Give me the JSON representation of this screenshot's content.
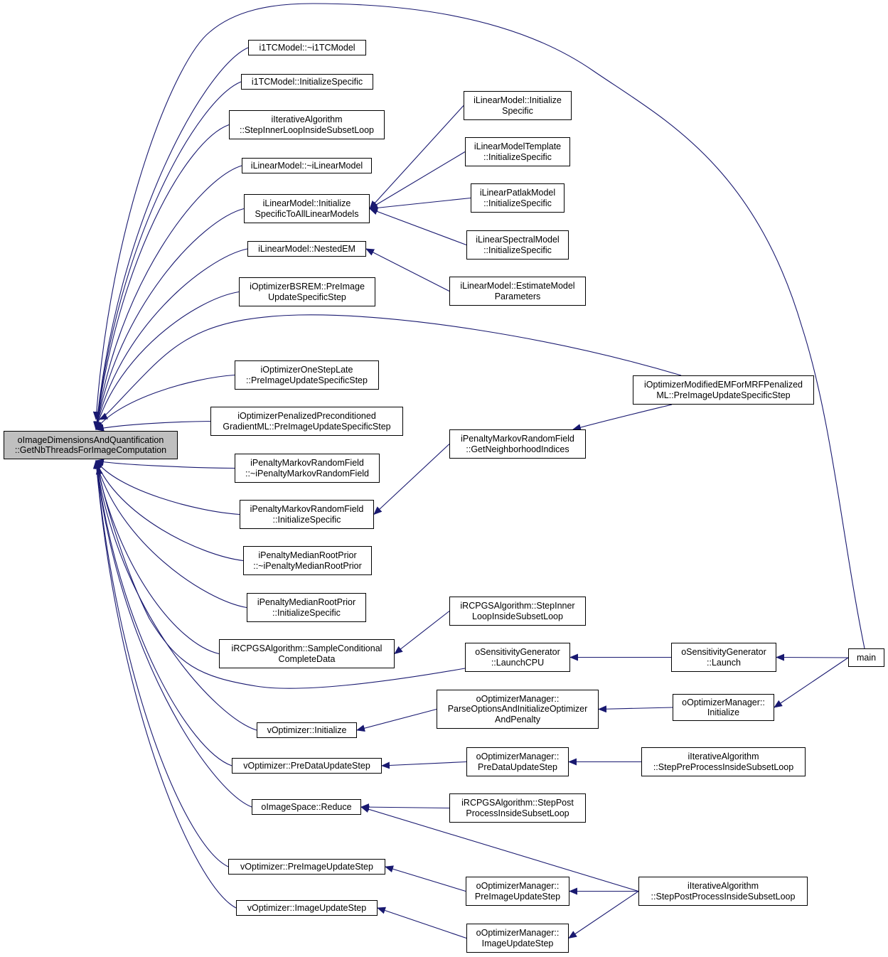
{
  "graph": {
    "type": "call-graph",
    "edge_color": "#191970",
    "focus_fill": "#bfbfbf",
    "nodes": [
      {
        "id": "focus",
        "lines": [
          "oImageDimensionsAndQuantification",
          "::GetNbThreadsForImageComputation"
        ],
        "focus": true
      },
      {
        "id": "i1TCModel_dtor",
        "lines": [
          "i1TCModel::~i1TCModel"
        ]
      },
      {
        "id": "i1TCModel_init",
        "lines": [
          "i1TCModel::InitializeSpecific"
        ]
      },
      {
        "id": "iIter_stepInner",
        "lines": [
          "iIterativeAlgorithm",
          "::StepInnerLoopInsideSubsetLoop"
        ]
      },
      {
        "id": "iLinear_dtor",
        "lines": [
          "iLinearModel::~iLinearModel"
        ]
      },
      {
        "id": "iLinear_initAll",
        "lines": [
          "iLinearModel::Initialize",
          "SpecificToAllLinearModels"
        ]
      },
      {
        "id": "iLinear_nestedEM",
        "lines": [
          "iLinearModel::NestedEM"
        ]
      },
      {
        "id": "iOptBSREM",
        "lines": [
          "iOptimizerBSREM::PreImage",
          "UpdateSpecificStep"
        ]
      },
      {
        "id": "iOptOSL",
        "lines": [
          "iOptimizerOneStepLate",
          "::PreImageUpdateSpecificStep"
        ]
      },
      {
        "id": "iOptPPGML",
        "lines": [
          "iOptimizerPenalizedPreconditioned",
          "GradientML::PreImageUpdateSpecificStep"
        ]
      },
      {
        "id": "iPMRF_dtor",
        "lines": [
          "iPenaltyMarkovRandomField",
          "::~iPenaltyMarkovRandomField"
        ]
      },
      {
        "id": "iPMRF_init",
        "lines": [
          "iPenaltyMarkovRandomField",
          "::InitializeSpecific"
        ]
      },
      {
        "id": "iPMRP_dtor",
        "lines": [
          "iPenaltyMedianRootPrior",
          "::~iPenaltyMedianRootPrior"
        ]
      },
      {
        "id": "iPMRP_init",
        "lines": [
          "iPenaltyMedianRootPrior",
          "::InitializeSpecific"
        ]
      },
      {
        "id": "iRCPGS_sample",
        "lines": [
          "iRCPGSAlgorithm::SampleConditional",
          "CompleteData"
        ]
      },
      {
        "id": "vOpt_init",
        "lines": [
          "vOptimizer::Initialize"
        ]
      },
      {
        "id": "vOpt_preData",
        "lines": [
          "vOptimizer::PreDataUpdateStep"
        ]
      },
      {
        "id": "oImage_reduce",
        "lines": [
          "oImageSpace::Reduce"
        ]
      },
      {
        "id": "vOpt_preImage",
        "lines": [
          "vOptimizer::PreImageUpdateStep"
        ]
      },
      {
        "id": "vOpt_imageUpd",
        "lines": [
          "vOptimizer::ImageUpdateStep"
        ]
      },
      {
        "id": "iLinear_initSpec",
        "lines": [
          "iLinearModel::Initialize",
          "Specific"
        ]
      },
      {
        "id": "iLinearTpl_init",
        "lines": [
          "iLinearModelTemplate",
          "::InitializeSpecific"
        ]
      },
      {
        "id": "iLinearPatlak_init",
        "lines": [
          "iLinearPatlakModel",
          "::InitializeSpecific"
        ]
      },
      {
        "id": "iLinearSpectral_init",
        "lines": [
          "iLinearSpectralModel",
          "::InitializeSpecific"
        ]
      },
      {
        "id": "iLinear_estimate",
        "lines": [
          "iLinearModel::EstimateModel",
          "Parameters"
        ]
      },
      {
        "id": "iOptMEM",
        "lines": [
          "iOptimizerModifiedEMForMRFPenalized",
          "ML::PreImageUpdateSpecificStep"
        ]
      },
      {
        "id": "iPMRF_neighbor",
        "lines": [
          "iPenaltyMarkovRandomField",
          "::GetNeighborhoodIndices"
        ]
      },
      {
        "id": "iRCPGS_stepInner",
        "lines": [
          "iRCPGSAlgorithm::StepInner",
          "LoopInsideSubsetLoop"
        ]
      },
      {
        "id": "oSens_launchCPU",
        "lines": [
          "oSensitivityGenerator",
          "::LaunchCPU"
        ]
      },
      {
        "id": "oSens_launch",
        "lines": [
          "oSensitivityGenerator",
          "::Launch"
        ]
      },
      {
        "id": "main",
        "lines": [
          "main"
        ]
      },
      {
        "id": "oOptMgr_parse",
        "lines": [
          "oOptimizerManager::",
          "ParseOptionsAndInitializeOptimizer",
          "AndPenalty"
        ]
      },
      {
        "id": "oOptMgr_init",
        "lines": [
          "oOptimizerManager::",
          "Initialize"
        ]
      },
      {
        "id": "oOptMgr_preData",
        "lines": [
          "oOptimizerManager::",
          "PreDataUpdateStep"
        ]
      },
      {
        "id": "iIter_stepPre",
        "lines": [
          "iIterativeAlgorithm",
          "::StepPreProcessInsideSubsetLoop"
        ]
      },
      {
        "id": "iRCPGS_stepPost",
        "lines": [
          "iRCPGSAlgorithm::StepPost",
          "ProcessInsideSubsetLoop"
        ]
      },
      {
        "id": "oOptMgr_preImage",
        "lines": [
          "oOptimizerManager::",
          "PreImageUpdateStep"
        ]
      },
      {
        "id": "iIter_stepPost",
        "lines": [
          "iIterativeAlgorithm",
          "::StepPostProcessInsideSubsetLoop"
        ]
      },
      {
        "id": "oOptMgr_imageUpd",
        "lines": [
          "oOptimizerManager::",
          "ImageUpdateStep"
        ]
      }
    ],
    "edges": [
      {
        "from": "i1TCModel_dtor",
        "to": "focus"
      },
      {
        "from": "i1TCModel_init",
        "to": "focus"
      },
      {
        "from": "iIter_stepInner",
        "to": "focus"
      },
      {
        "from": "iLinear_dtor",
        "to": "focus"
      },
      {
        "from": "iLinear_initAll",
        "to": "focus"
      },
      {
        "from": "iLinear_nestedEM",
        "to": "focus"
      },
      {
        "from": "iOptBSREM",
        "to": "focus"
      },
      {
        "from": "iOptOSL",
        "to": "focus"
      },
      {
        "from": "iOptPPGML",
        "to": "focus"
      },
      {
        "from": "iPMRF_dtor",
        "to": "focus"
      },
      {
        "from": "iPMRF_init",
        "to": "focus"
      },
      {
        "from": "iPMRP_dtor",
        "to": "focus"
      },
      {
        "from": "iPMRP_init",
        "to": "focus"
      },
      {
        "from": "iRCPGS_sample",
        "to": "focus"
      },
      {
        "from": "vOpt_init",
        "to": "focus"
      },
      {
        "from": "vOpt_preData",
        "to": "focus"
      },
      {
        "from": "oImage_reduce",
        "to": "focus"
      },
      {
        "from": "vOpt_preImage",
        "to": "focus"
      },
      {
        "from": "vOpt_imageUpd",
        "to": "focus"
      },
      {
        "from": "main",
        "to": "focus"
      },
      {
        "from": "iOptMEM",
        "to": "focus"
      },
      {
        "from": "oSens_launchCPU",
        "to": "focus"
      },
      {
        "from": "iLinear_initSpec",
        "to": "iLinear_initAll"
      },
      {
        "from": "iLinearTpl_init",
        "to": "iLinear_initAll"
      },
      {
        "from": "iLinearPatlak_init",
        "to": "iLinear_initAll"
      },
      {
        "from": "iLinearSpectral_init",
        "to": "iLinear_initAll"
      },
      {
        "from": "iLinear_estimate",
        "to": "iLinear_nestedEM"
      },
      {
        "from": "iOptMEM",
        "to": "iPMRF_neighbor"
      },
      {
        "from": "iPMRF_neighbor",
        "to": "iPMRF_init"
      },
      {
        "from": "iRCPGS_stepInner",
        "to": "iRCPGS_sample"
      },
      {
        "from": "oSens_launch",
        "to": "oSens_launchCPU"
      },
      {
        "from": "main",
        "to": "oSens_launch"
      },
      {
        "from": "oOptMgr_parse",
        "to": "vOpt_init"
      },
      {
        "from": "oOptMgr_init",
        "to": "oOptMgr_parse"
      },
      {
        "from": "main",
        "to": "oOptMgr_init"
      },
      {
        "from": "oOptMgr_preData",
        "to": "vOpt_preData"
      },
      {
        "from": "iIter_stepPre",
        "to": "oOptMgr_preData"
      },
      {
        "from": "iRCPGS_stepPost",
        "to": "oImage_reduce"
      },
      {
        "from": "iIter_stepPost",
        "to": "oImage_reduce"
      },
      {
        "from": "oOptMgr_preImage",
        "to": "vOpt_preImage"
      },
      {
        "from": "iIter_stepPost",
        "to": "oOptMgr_preImage"
      },
      {
        "from": "oOptMgr_imageUpd",
        "to": "vOpt_imageUpd"
      },
      {
        "from": "iIter_stepPost",
        "to": "oOptMgr_imageUpd"
      }
    ]
  }
}
